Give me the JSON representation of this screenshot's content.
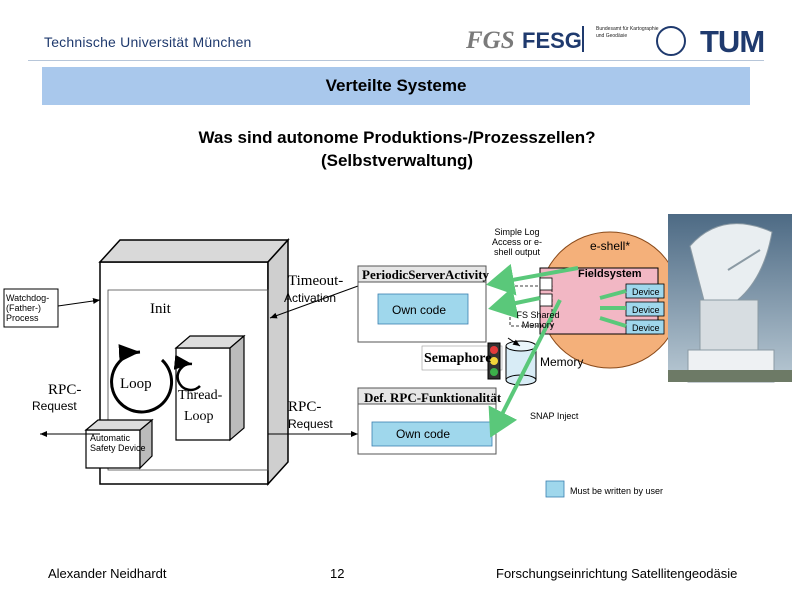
{
  "header": {
    "institution": "Technische Universität München",
    "logo_fgs": "FGS",
    "logo_fesg": "FESG",
    "logo_bkg": "Bundesamt für Kartographie und Geodäsie",
    "logo_tum": "TUM"
  },
  "title": "Verteilte Systeme",
  "subtitle_line1": "Was sind autonome Produktions-/Prozesszellen?",
  "subtitle_line2": "(Selbstverwaltung)",
  "diagram": {
    "watchdog": "Watchdog-(Father-) Process",
    "init": "Init",
    "loop": "Loop",
    "thread_loop_1": "Thread-",
    "thread_loop_2": "Loop",
    "rpc_request_left_1": "RPC-",
    "rpc_request_left_2": "Request",
    "automatic_safety": "Automatic Safety Device",
    "timeout_1": "Timeout-",
    "timeout_2": "Activation",
    "periodic_server": "PeriodicServerActivity",
    "own_code_1": "Own code",
    "semaphore": "Semaphore",
    "rpc_request_mid_1": "RPC-",
    "rpc_request_mid_2": "Request",
    "def_rpc": "Def. RPC-Funktionalität",
    "own_code_2": "Own code",
    "simple_log": "Simple Log Access or e-shell output",
    "eshell": "e-shell*",
    "fieldsystem": "Fieldsystem",
    "device_1": "Device",
    "device_2": "Device",
    "device_3": "Device",
    "fs_shared_memory": "FS Shared Memory",
    "memory": "Memory",
    "snap_inject": "SNAP Inject",
    "legend": "Must be written by user"
  },
  "footer": {
    "author": "Alexander Neidhardt",
    "page": "12",
    "org": "Forschungseinrichtung Satellitengeodäsie"
  },
  "colors": {
    "title_bar": "#a9c8ec",
    "legend_fill": "#9fd7ec",
    "arrow_green": "#5ac87a",
    "fieldsystem_fill": "#f2b7c4",
    "eshell_fill": "#f4b07a"
  }
}
